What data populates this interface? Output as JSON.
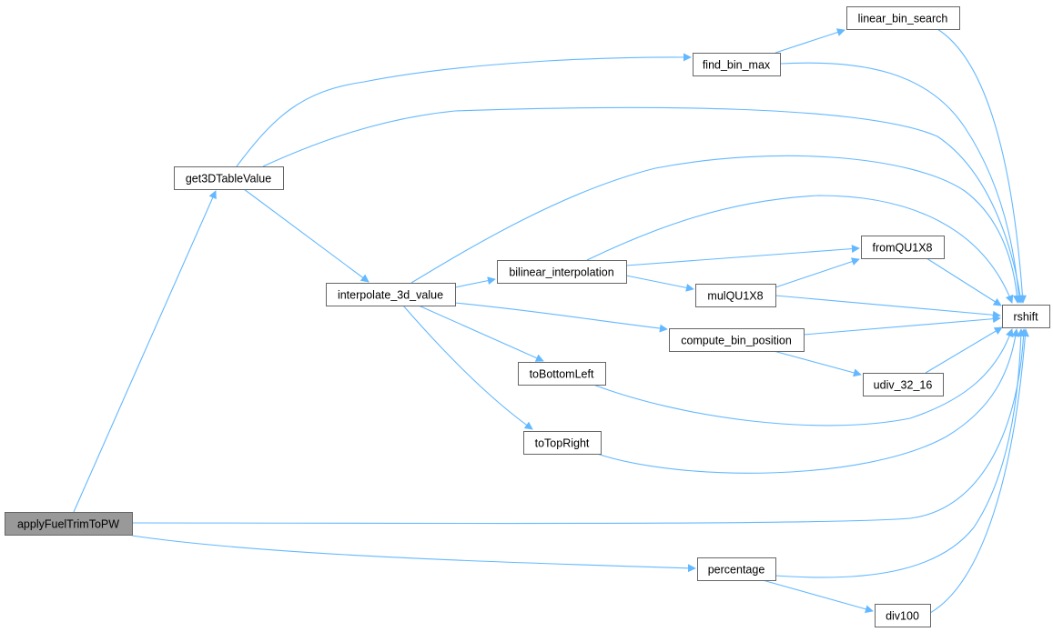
{
  "graph": {
    "root": "applyFuelTrimToPW",
    "edge_color": "#63b8ff",
    "root_fill": "#999999",
    "nodes": {
      "applyFuelTrimToPW": "applyFuelTrimToPW",
      "get3DTableValue": "get3DTableValue",
      "find_bin_max": "find_bin_max",
      "linear_bin_search": "linear_bin_search",
      "interpolate_3d_value": "interpolate_3d_value",
      "bilinear_interpolation": "bilinear_interpolation",
      "fromQU1X8": "fromQU1X8",
      "mulQU1X8": "mulQU1X8",
      "compute_bin_position": "compute_bin_position",
      "rshift": "rshift",
      "toBottomLeft": "toBottomLeft",
      "udiv_32_16": "udiv_32_16",
      "toTopRight": "toTopRight",
      "percentage": "percentage",
      "div100": "div100"
    },
    "edges": [
      [
        "applyFuelTrimToPW",
        "get3DTableValue"
      ],
      [
        "applyFuelTrimToPW",
        "rshift"
      ],
      [
        "applyFuelTrimToPW",
        "percentage"
      ],
      [
        "get3DTableValue",
        "find_bin_max"
      ],
      [
        "get3DTableValue",
        "rshift"
      ],
      [
        "get3DTableValue",
        "interpolate_3d_value"
      ],
      [
        "find_bin_max",
        "linear_bin_search"
      ],
      [
        "find_bin_max",
        "rshift"
      ],
      [
        "linear_bin_search",
        "rshift"
      ],
      [
        "interpolate_3d_value",
        "rshift"
      ],
      [
        "interpolate_3d_value",
        "bilinear_interpolation"
      ],
      [
        "interpolate_3d_value",
        "compute_bin_position"
      ],
      [
        "interpolate_3d_value",
        "toBottomLeft"
      ],
      [
        "interpolate_3d_value",
        "toTopRight"
      ],
      [
        "bilinear_interpolation",
        "rshift"
      ],
      [
        "bilinear_interpolation",
        "fromQU1X8"
      ],
      [
        "bilinear_interpolation",
        "mulQU1X8"
      ],
      [
        "mulQU1X8",
        "fromQU1X8"
      ],
      [
        "mulQU1X8",
        "rshift"
      ],
      [
        "fromQU1X8",
        "rshift"
      ],
      [
        "compute_bin_position",
        "rshift"
      ],
      [
        "compute_bin_position",
        "udiv_32_16"
      ],
      [
        "udiv_32_16",
        "rshift"
      ],
      [
        "toBottomLeft",
        "rshift"
      ],
      [
        "toTopRight",
        "rshift"
      ],
      [
        "percentage",
        "rshift"
      ],
      [
        "percentage",
        "div100"
      ],
      [
        "div100",
        "rshift"
      ]
    ]
  }
}
